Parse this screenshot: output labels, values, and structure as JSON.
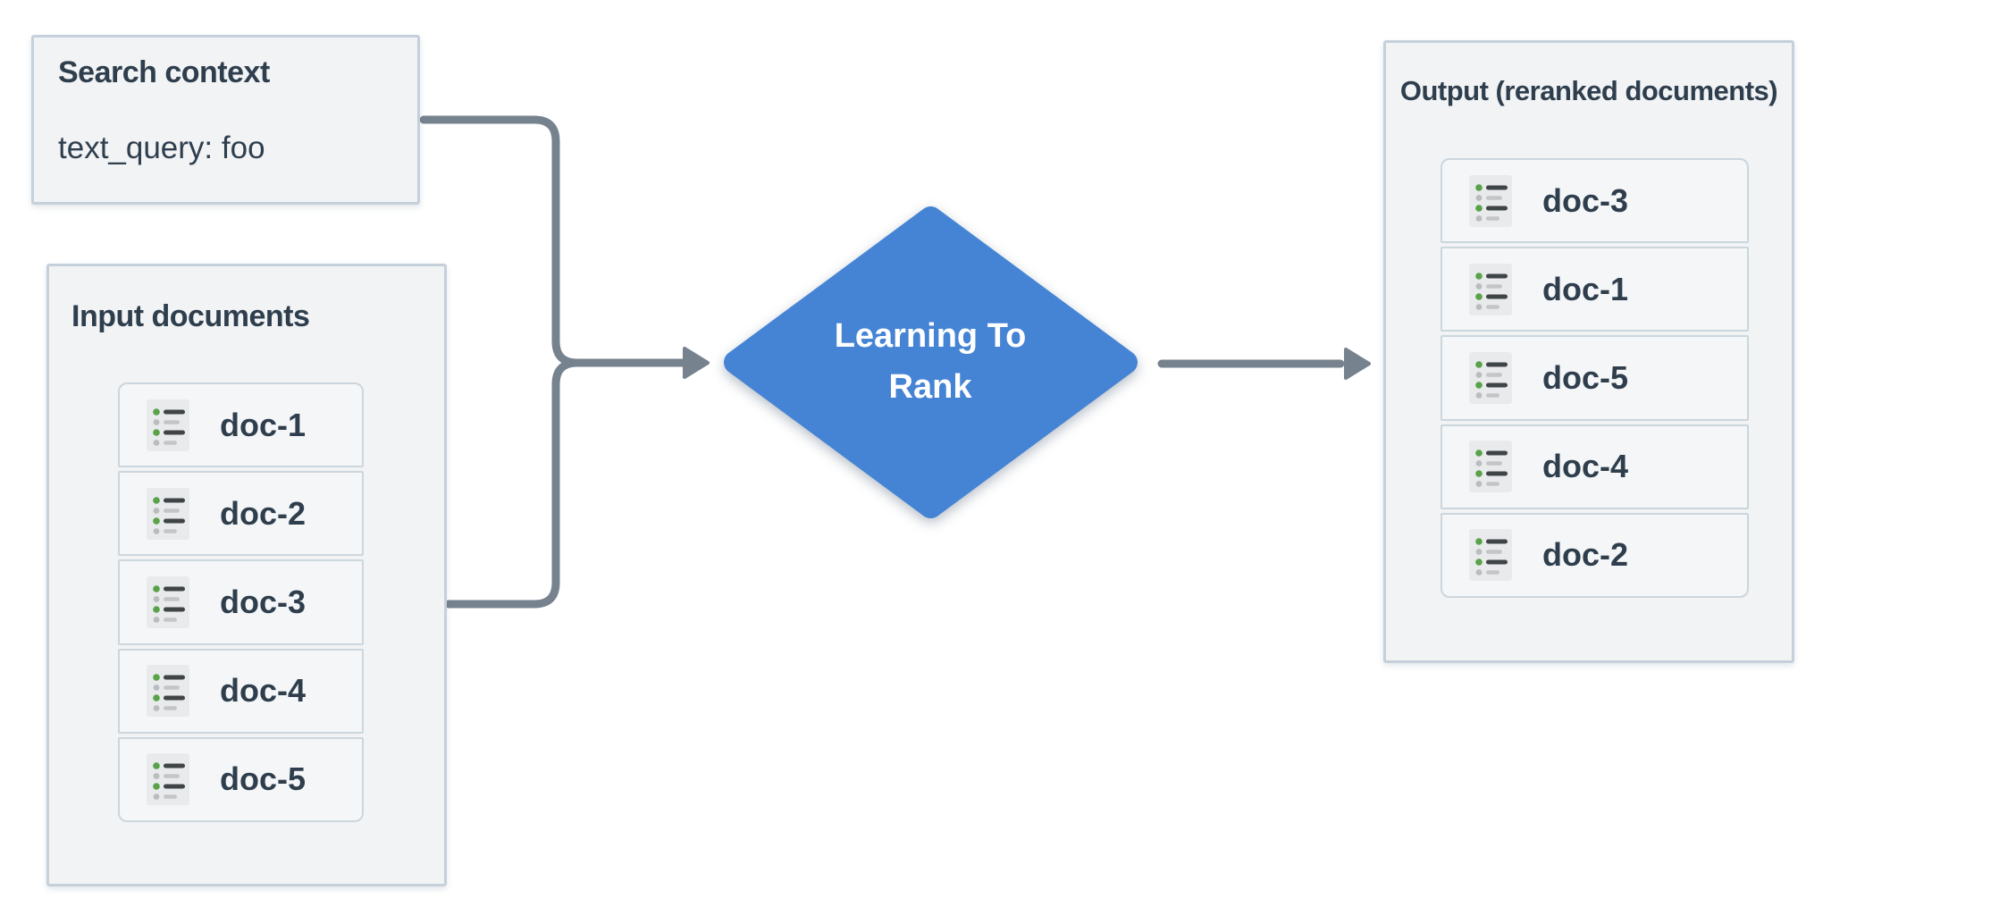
{
  "search_context_panel": {
    "title": "Search context",
    "query": "text_query: foo"
  },
  "input_documents_panel": {
    "title": "Input documents",
    "items": [
      "doc-1",
      "doc-2",
      "doc-3",
      "doc-4",
      "doc-5"
    ]
  },
  "rank_node": {
    "label": "Learning To Rank"
  },
  "output_panel": {
    "title": "Output (reranked documents)",
    "items": [
      "doc-3",
      "doc-1",
      "doc-5",
      "doc-4",
      "doc-2"
    ]
  },
  "icons": {
    "doc_item_icon": "list-document-icon"
  },
  "colors": {
    "node_fill": "#4584d4",
    "node_label": "#ffffff",
    "connector": "#76828e",
    "panel_background": "#f1f3f5",
    "panel_border": "#c5d0da",
    "title_text": "#2f3e4d",
    "icon_green": "#58a247"
  }
}
